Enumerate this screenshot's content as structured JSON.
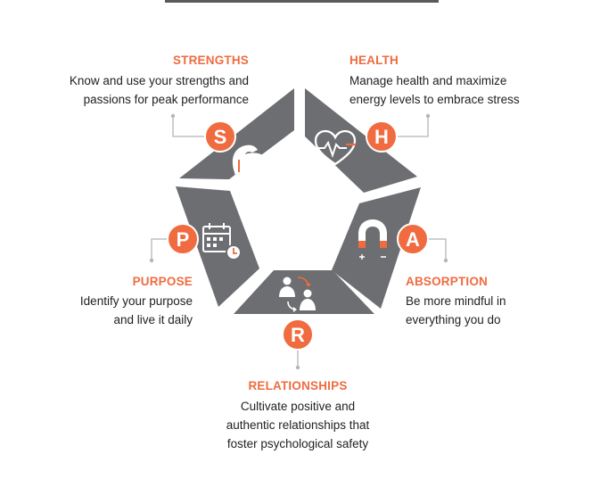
{
  "colors": {
    "accent": "#f06b3f",
    "segment": "#6d6e71",
    "connector": "#b5b5b5",
    "text": "#222222",
    "top_bar": "#5a5b5d"
  },
  "items": [
    {
      "key": "strengths",
      "letter": "S",
      "title": "STRENGTHS",
      "desc": [
        "Know and use your strengths and",
        "passions for peak performance"
      ],
      "icon": "flexed-arm-icon"
    },
    {
      "key": "health",
      "letter": "H",
      "title": "HEALTH",
      "desc": [
        "Manage health and maximize",
        "energy levels to embrace stress"
      ],
      "icon": "heart-pulse-icon"
    },
    {
      "key": "absorption",
      "letter": "A",
      "title": "ABSORPTION",
      "desc": [
        "Be more mindful in",
        "everything you do"
      ],
      "icon": "magnet-icon"
    },
    {
      "key": "relationships",
      "letter": "R",
      "title": "RELATIONSHIPS",
      "desc": [
        "Cultivate positive and",
        "authentic relationships that",
        "foster psychological safety"
      ],
      "icon": "people-exchange-icon"
    },
    {
      "key": "purpose",
      "letter": "P",
      "title": "PURPOSE",
      "desc": [
        "Identify your purpose",
        "and live it daily"
      ],
      "icon": "calendar-clock-icon"
    }
  ]
}
